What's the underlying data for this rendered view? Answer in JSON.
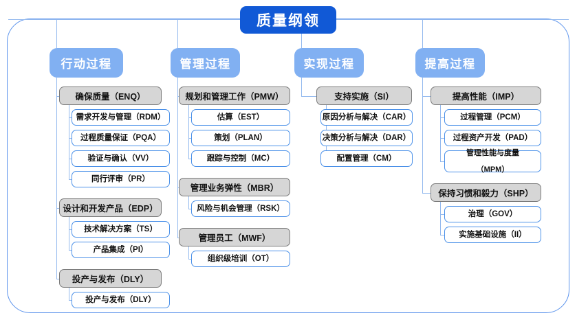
{
  "diagram": {
    "title": "质量纲领",
    "frame_color": "#5b93ec",
    "root_color": "#1159d6",
    "header_color": "#81b0f2",
    "level2_color": "#d6d6d6",
    "level3_border_color": "#4a90e8",
    "connector_color": "#93b9ee"
  },
  "columns": [
    {
      "header": "行动过程",
      "groups": [
        {
          "label": "确保质量（ENQ）",
          "children": [
            "需求开发与管理（RDM）",
            "过程质量保证（PQA）",
            "验证与确认（VV）",
            "同行评审（PR）"
          ]
        },
        {
          "label": "设计和开发产品（EDP）",
          "children": [
            "技术解决方案（TS）",
            "产品集成（PI）"
          ]
        },
        {
          "label": "投产与发布（DLY）",
          "children": [
            "投产与发布（DLY）"
          ]
        }
      ]
    },
    {
      "header": "管理过程",
      "groups": [
        {
          "label": "规划和管理工作（PMW）",
          "children": [
            "估算（EST）",
            "策划（PLAN）",
            "跟踪与控制（MC）"
          ]
        },
        {
          "label": "管理业务弹性（MBR）",
          "children": [
            "风险与机会管理（RSK）"
          ]
        },
        {
          "label": "管理员工（MWF）",
          "children": [
            "组织级培训（OT）"
          ]
        }
      ]
    },
    {
      "header": "实现过程",
      "groups": [
        {
          "label": "支持实施（SI）",
          "children": [
            "原因分析与解决（CAR）",
            "决策分析与解决（DAR）",
            "配置管理（CM）"
          ]
        }
      ]
    },
    {
      "header": "提高过程",
      "groups": [
        {
          "label": "提高性能（IMP）",
          "children": [
            "过程管理（PCM）",
            "过程资产开发（PAD）",
            "管理性能与度量\n（MPM）"
          ]
        },
        {
          "label": "保持习惯和毅力（SHP）",
          "children": [
            "治理（GOV）",
            "实施基础设施（II）"
          ]
        }
      ]
    }
  ]
}
